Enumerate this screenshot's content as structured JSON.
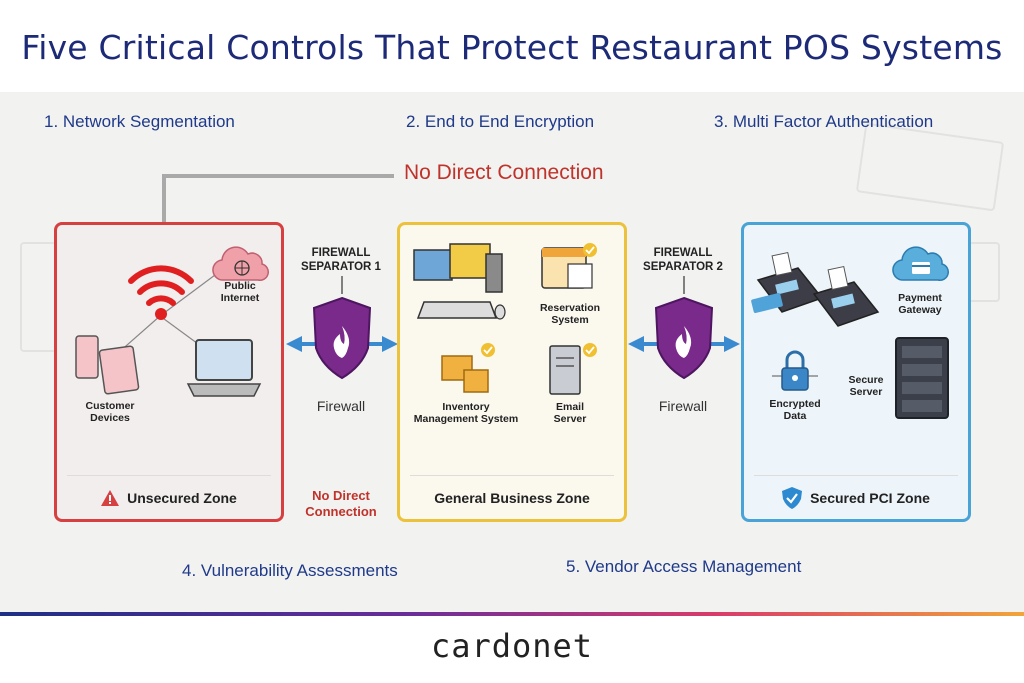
{
  "title": "Five Critical Controls That Protect Restaurant POS Systems",
  "controls": [
    "1. Network Segmentation",
    "2. End to End Encryption",
    "3. Multi Factor Authentication",
    "4. Vulnerability Assessments",
    "5. Vendor Access Management"
  ],
  "no_direct_connection": "No Direct Connection",
  "no_direct_connection_lines": [
    "No Direct",
    "Connection"
  ],
  "zones": {
    "unsecured": {
      "name": "Unsecured Zone",
      "items": {
        "public_internet": [
          "Public",
          "Internet"
        ],
        "customer_devices": [
          "Customer",
          "Devices"
        ]
      }
    },
    "business": {
      "name": "General Business Zone",
      "items": {
        "reservation": [
          "Reservation",
          "System"
        ],
        "inventory": [
          "Inventory",
          "Management System"
        ],
        "email": [
          "Email",
          "Server"
        ]
      }
    },
    "pci": {
      "name": "Secured PCI Zone",
      "items": {
        "payment_gateway": [
          "Payment",
          "Gateway"
        ],
        "encrypted_data": [
          "Encrypted",
          "Data"
        ],
        "secure_server": [
          "Secure",
          "Server"
        ]
      }
    }
  },
  "firewalls": [
    {
      "title": [
        "FIREWALL",
        "SEPARATOR 1"
      ],
      "caption": "Firewall"
    },
    {
      "title": [
        "FIREWALL",
        "SEPARATOR 2"
      ],
      "caption": "Firewall"
    }
  ],
  "brand": "cardonet",
  "colors": {
    "title": "#1c2a78",
    "danger": "#d64040",
    "business": "#ecc23c",
    "pci": "#4aa3d6",
    "firewall": "#7a2a8a"
  }
}
